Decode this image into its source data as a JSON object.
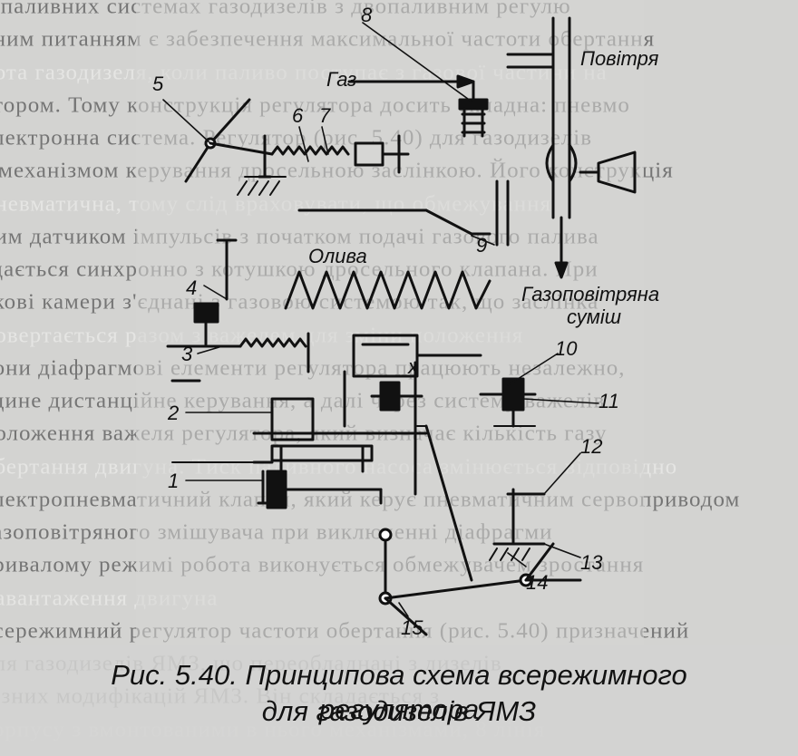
{
  "background_text_lines": [
    "у паливних системах газодизелів з двопаливним регулю",
    "вним питанням є забезпечення максимальної частоти обертання",
    "бота газодизеля, коли паливо поступає з газової частини на",
    "втором. Тому конструкція регулятора досить складна: пневмо",
    "електронна система. Регулятор (рис. 5.40) для газодизелів",
    "з механізмом керування дросельною заслінкою. Його конструкція",
    "пневматична, тому слід враховувати, що обмежування",
    "ним датчиком імпульсів з початком подачі газового палива",
    "здається синхронно з котушкою дросельного клапана. При",
    "вкові камери з'єднані з газовою системою так, що заслінка",
    "повертається разом з важелем для зміни положення",
    "вони діафрагмові елементи регулятора працюють незалежно,",
    "єдине дистанційне керування, а далі через систему важелів",
    "положення важеля регулятора, який визначає кількість газу",
    "обертання двигуна. Тиск паливного насоса змінюється відповідно",
    "електропневматичний клапан, який керує пневматичним сервоприводом",
    "газоповітряного змішувача при виключенні діафрагми",
    "тривалому режимі робота виконується обмежувачем зростання",
    "навантаження двигуна",
    "всережимний регулятор частоти обертання (рис. 5.40) призначений",
    "для газодизелів ЯМЗ, що переобладнані з дизелів",
    "різних модифікацій ЯМЗ. Він складається з",
    "корпусу з вмонтованими в нього механізмами, 8 лінія"
  ],
  "figure": {
    "labels": {
      "gas": "Газ",
      "air": "Повітря",
      "oil": "Олива",
      "mixture_line1": "Газоповітряна",
      "mixture_line2": "суміш",
      "x_marker": "x"
    },
    "numbers": [
      "1",
      "2",
      "3",
      "4",
      "5",
      "6",
      "7",
      "8",
      "9",
      "10",
      "11",
      "12",
      "13",
      "14",
      "15"
    ]
  },
  "caption": {
    "line1": "Рис. 5.40. Принципова схема всережимного регулятора",
    "line2": "для газодизелів ЯМЗ"
  }
}
